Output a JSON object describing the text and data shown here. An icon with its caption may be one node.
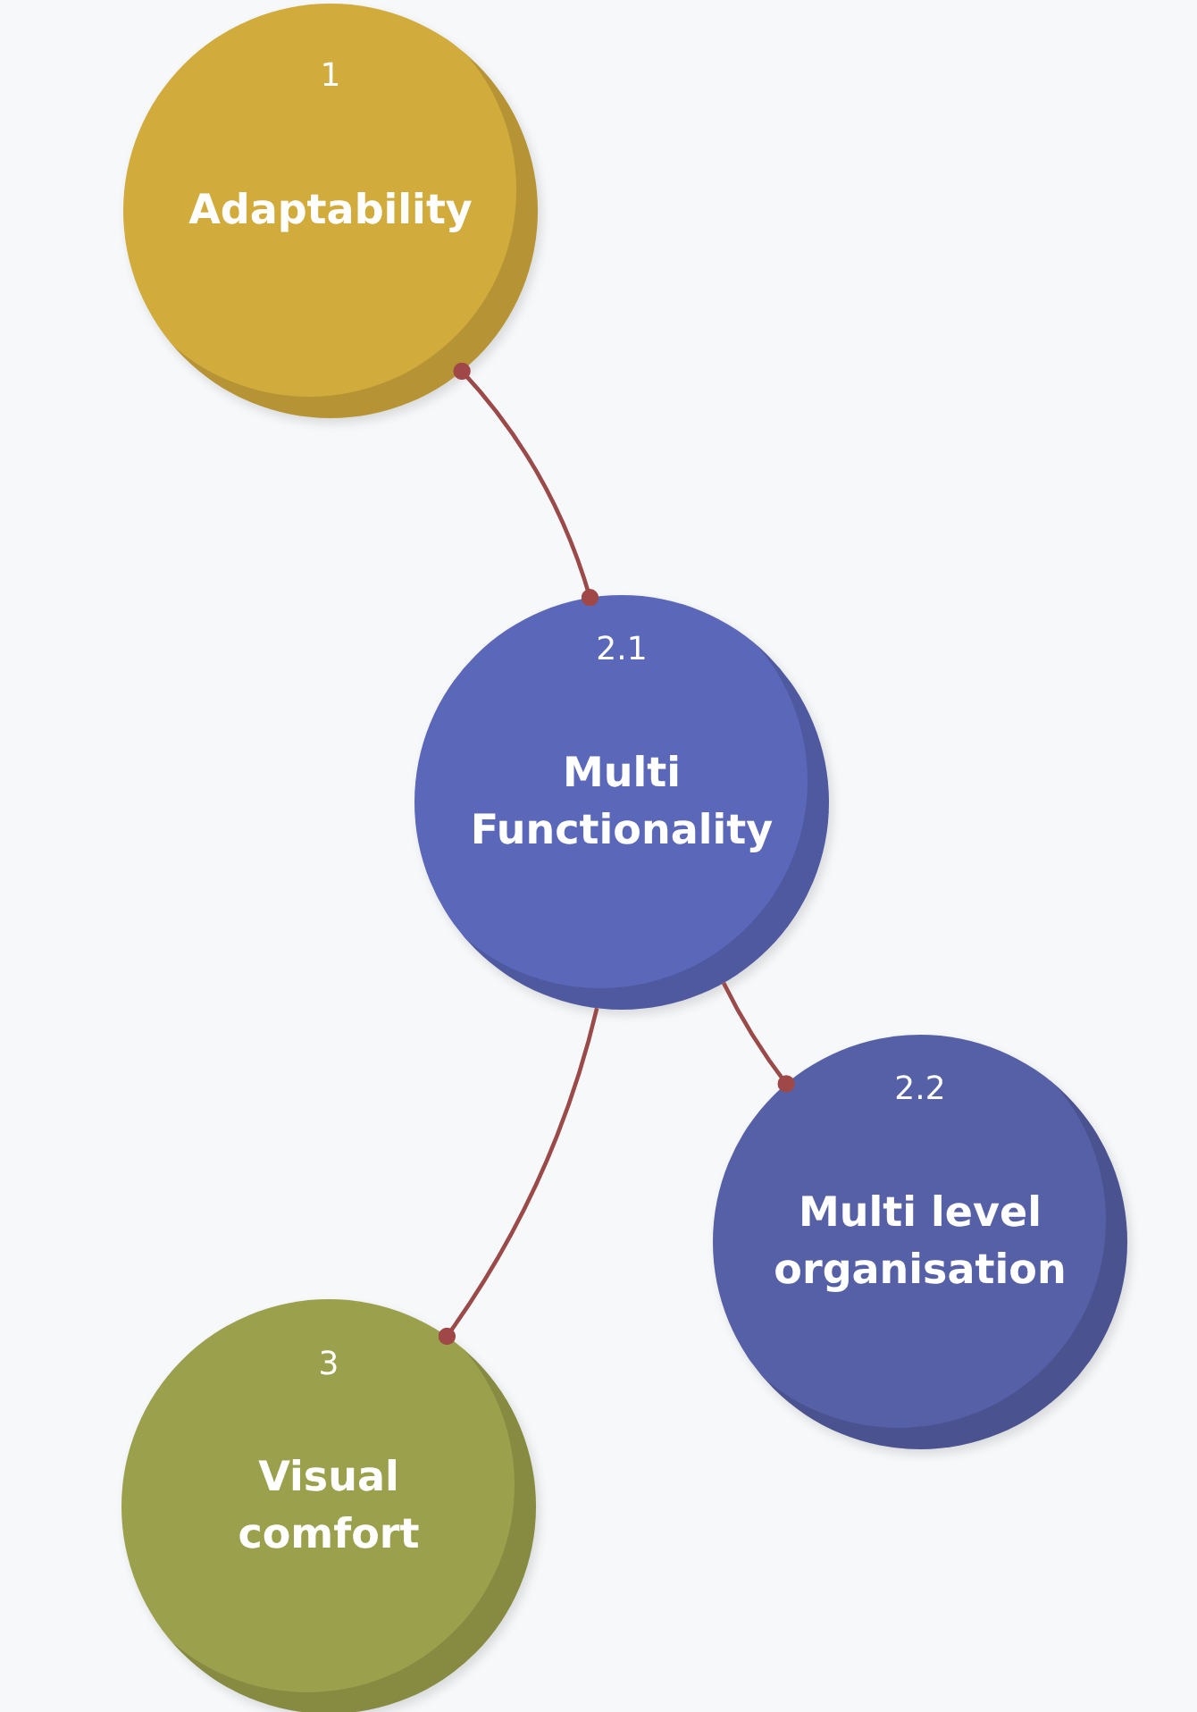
{
  "diagram": {
    "nodes": [
      {
        "text": [
          "1",
          "Adaptability"
        ]
      },
      {
        "text": [
          "2.1",
          "Multi Functionality"
        ]
      },
      {
        "text": [
          "2.2",
          "Multi level organisation"
        ]
      },
      {
        "text": [
          "3",
          "Visual comfort"
        ]
      }
    ],
    "edges": [
      {
        "from": 0,
        "to": 1,
        "arrow": "other"
      },
      {
        "from": 1,
        "to": 2,
        "arrow": "other"
      },
      {
        "from": 1,
        "to": 3,
        "arrow": "other"
      }
    ]
  }
}
